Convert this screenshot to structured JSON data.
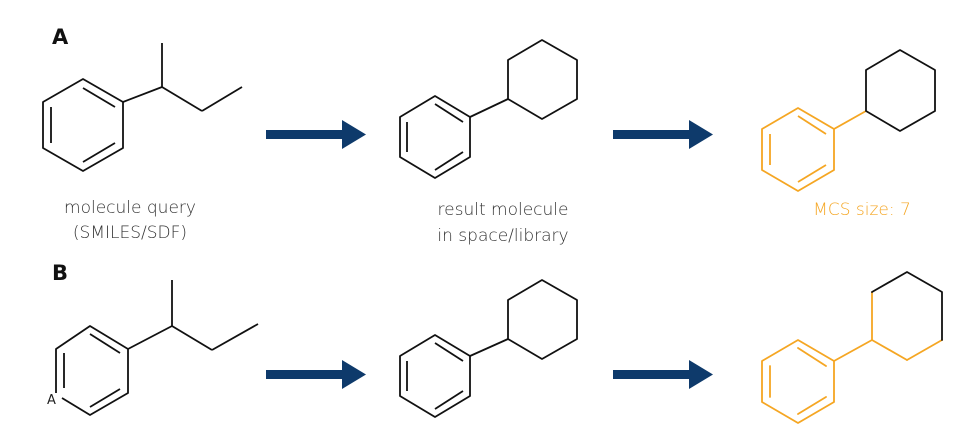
{
  "panels": {
    "a_label": "A",
    "b_label": "B"
  },
  "captions": {
    "query_line1": "molecule query",
    "query_line2": "(SMILES/SDF)",
    "result_line1": "result molecule",
    "result_line2": "in space/library",
    "mcs": "MCS size: 7"
  },
  "atoms": {
    "aromatic_placeholder": "A"
  },
  "colors": {
    "arrow": "#0e3a6b",
    "highlight": "#f5a623",
    "bond": "#111111",
    "text": "#333333"
  }
}
